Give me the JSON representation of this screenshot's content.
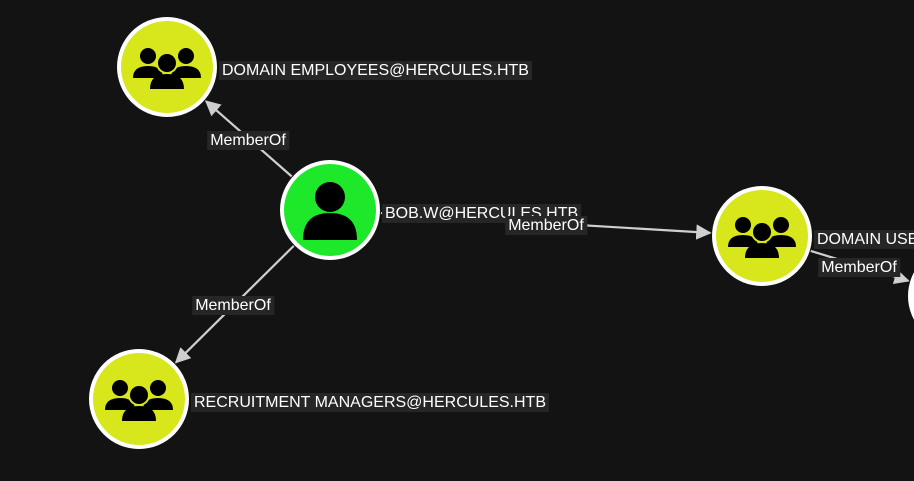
{
  "colors": {
    "background": "#131313",
    "group_node": "#d8e61c",
    "user_node": "#1de82a",
    "node_ring": "#ffffff",
    "edge": "#cfcfcf",
    "label_bg": "#262626",
    "label_text": "#ffffff"
  },
  "nodes": [
    {
      "id": "bob",
      "label": "BOB.W@HERCULES.HTB",
      "kind": "user",
      "icon": "user-icon"
    },
    {
      "id": "domain-employees",
      "label": "DOMAIN EMPLOYEES@HERCULES.HTB",
      "kind": "group",
      "icon": "group-icon"
    },
    {
      "id": "recruitment-managers",
      "label": "RECRUITMENT MANAGERS@HERCULES.HTB",
      "kind": "group",
      "icon": "group-icon"
    },
    {
      "id": "domain-users",
      "label": "DOMAIN USE",
      "kind": "group",
      "icon": "group-icon"
    },
    {
      "id": "offscreen",
      "label": "",
      "kind": "unknown",
      "icon": ""
    }
  ],
  "edges": [
    {
      "from": "bob",
      "to": "domain-employees",
      "label": "MemberOf"
    },
    {
      "from": "bob",
      "to": "recruitment-managers",
      "label": "MemberOf"
    },
    {
      "from": "bob",
      "to": "domain-users",
      "label": "MemberOf"
    },
    {
      "from": "domain-users",
      "to": "offscreen",
      "label": "MemberOf"
    }
  ]
}
